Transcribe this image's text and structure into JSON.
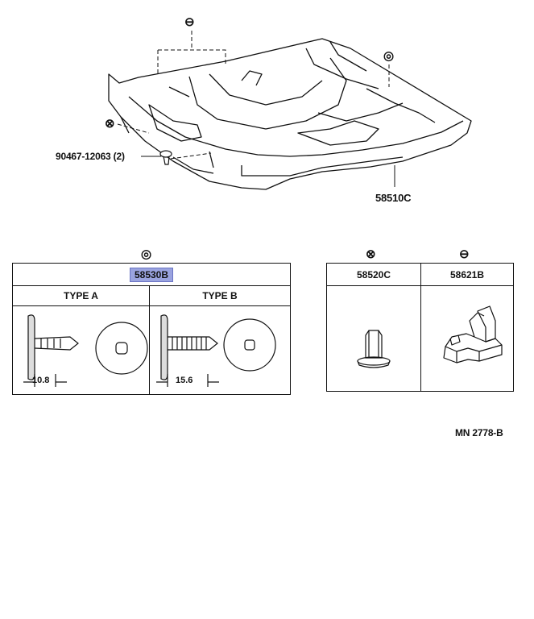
{
  "diagram": {
    "symbols": {
      "top_minus": "⊖",
      "right_double_circle": "◎",
      "left_cross": "⊗"
    },
    "labels": {
      "bolt_part": "90467-12063 (2)",
      "carpet_part": "58510C",
      "reference": "MN 2778-B"
    },
    "table_left": {
      "symbol": "◎",
      "part_number": "58530B",
      "type_a": "TYPE A",
      "type_b": "TYPE B",
      "dim_a": "10.8",
      "dim_b": "15.6"
    },
    "table_right": {
      "col1_symbol": "⊗",
      "col1_part": "58520C",
      "col2_symbol": "⊖",
      "col2_part": "58621B"
    },
    "highlight_color": "#9aa3df"
  }
}
